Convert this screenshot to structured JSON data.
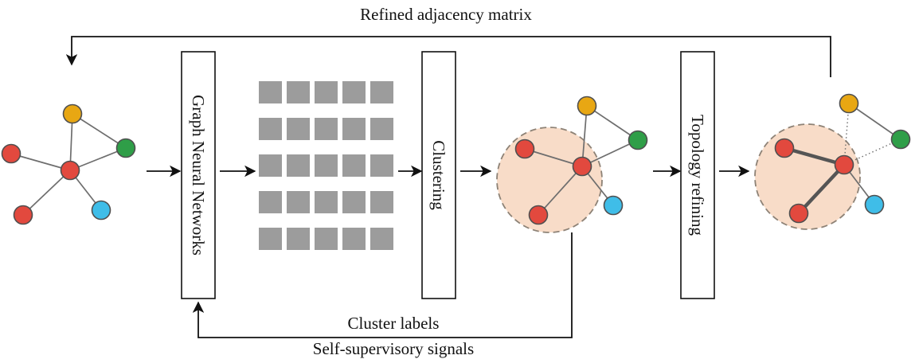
{
  "diagram": {
    "top_label": "Refined adjacency matrix",
    "bottom_label_1": "Cluster labels",
    "bottom_label_2": "Self-supervisory signals",
    "boxes": {
      "gnn": "Graph Neural Networks",
      "clustering": "Clustering",
      "topology": "Topology refining"
    }
  },
  "colors": {
    "node_red": "#e2493e",
    "node_yellow": "#e8a713",
    "node_green": "#2f9e48",
    "node_cyan": "#3fbde8",
    "node_stroke": "#4f4f4f",
    "edge": "#6e6e6e",
    "edge_thick": "#555555",
    "matrix_cell": "#9c9c9c",
    "cluster_fill": "#f8dcc8",
    "cluster_stroke": "#8d8276",
    "line": "#111111"
  },
  "matrix": {
    "rows": 5,
    "cols": 5
  }
}
